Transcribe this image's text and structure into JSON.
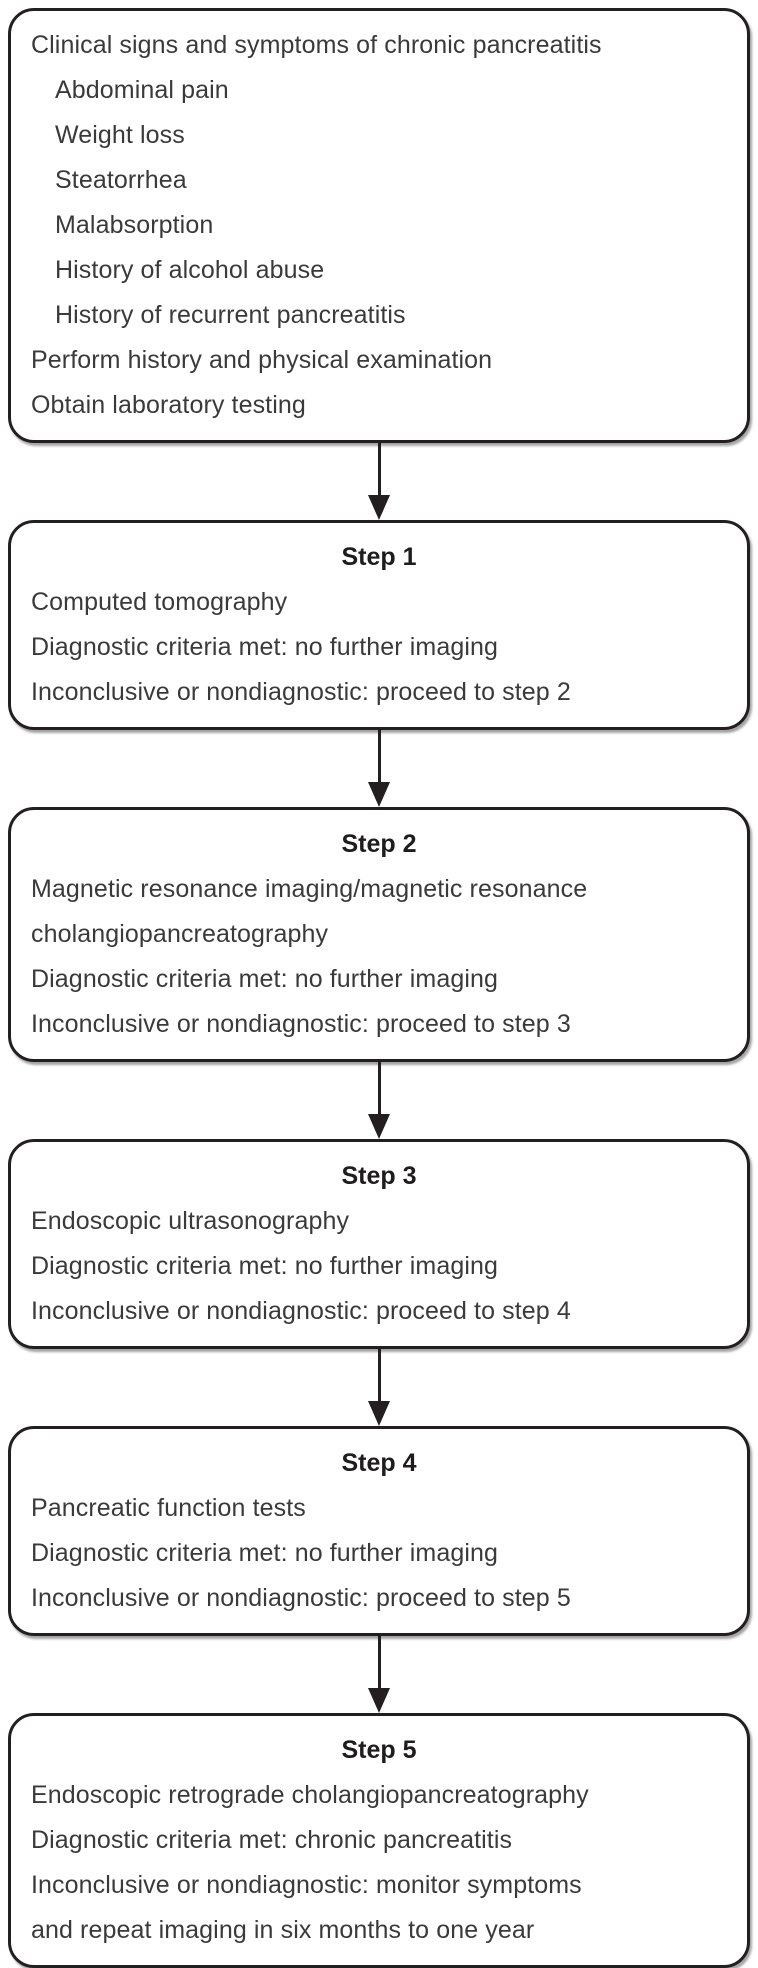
{
  "colors": {
    "background": "#ffffff",
    "box_border": "#231f20",
    "body_text": "#3a3a3a",
    "title_text": "#1e1c1d",
    "arrow": "#231f20"
  },
  "icons": {
    "connector": "arrow-down-icon"
  },
  "boxes": [
    {
      "id": "clinical-signs",
      "lines": [
        "Clinical signs and symptoms of chronic pancreatitis",
        "Abdominal pain",
        "Weight loss",
        "Steatorrhea",
        "Malabsorption",
        "History of alcohol abuse",
        "History of recurrent pancreatitis",
        "Perform history and physical examination",
        "Obtain laboratory testing"
      ]
    },
    {
      "id": "step-1",
      "title": "Step 1",
      "lines": [
        "Computed tomography",
        "Diagnostic criteria met: no further imaging",
        "Inconclusive or nondiagnostic: proceed to step 2"
      ]
    },
    {
      "id": "step-2",
      "title": "Step 2",
      "lines": [
        "Magnetic resonance imaging/magnetic resonance",
        "cholangiopancreatography",
        "Diagnostic criteria met: no further imaging",
        "Inconclusive or nondiagnostic: proceed to step 3"
      ]
    },
    {
      "id": "step-3",
      "title": "Step 3",
      "lines": [
        "Endoscopic ultrasonography",
        "Diagnostic criteria met: no further imaging",
        "Inconclusive or nondiagnostic: proceed to step 4"
      ]
    },
    {
      "id": "step-4",
      "title": "Step 4",
      "lines": [
        "Pancreatic function tests",
        "Diagnostic criteria met: no further imaging",
        "Inconclusive or nondiagnostic: proceed to step 5"
      ]
    },
    {
      "id": "step-5",
      "title": "Step 5",
      "lines": [
        "Endoscopic retrograde cholangiopancreatography",
        "Diagnostic criteria met: chronic pancreatitis",
        "Inconclusive or nondiagnostic: monitor symptoms",
        "and repeat imaging in six months to one year"
      ]
    }
  ]
}
